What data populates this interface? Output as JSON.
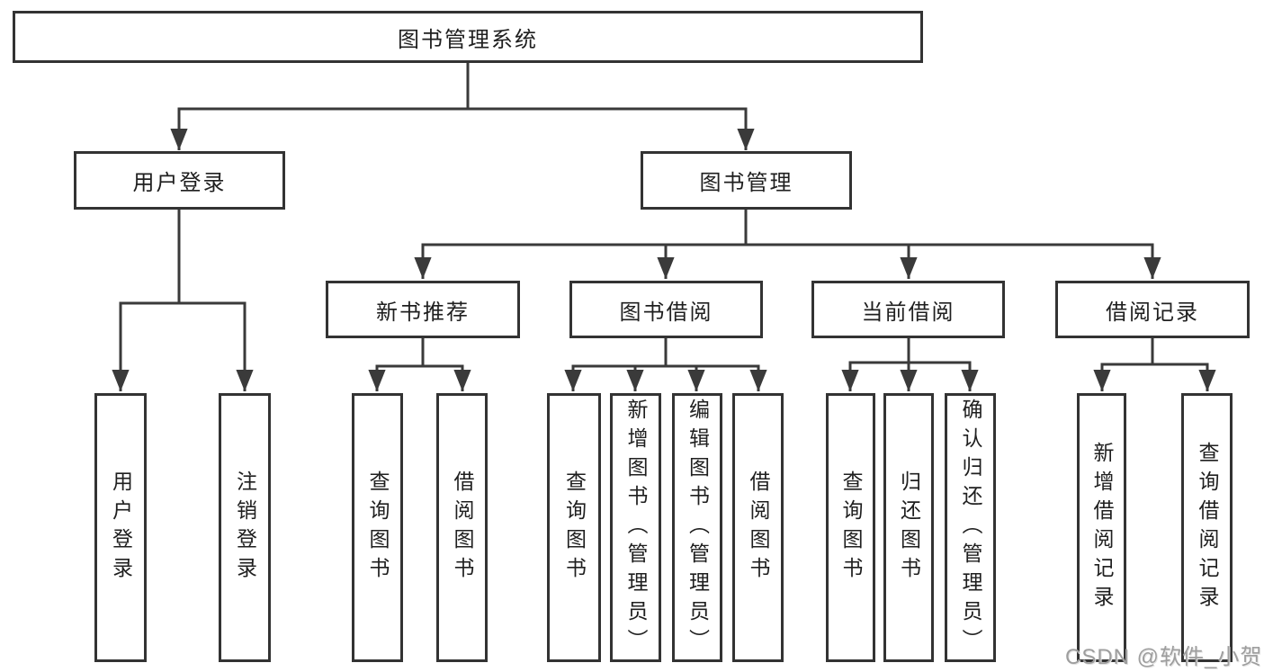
{
  "tree": {
    "root": "图书管理系统",
    "user_login": {
      "label": "用户登录",
      "children": [
        "用户登录",
        "注销登录"
      ]
    },
    "book_mgmt": {
      "label": "图书管理",
      "sections": {
        "new_book": {
          "label": "新书推荐",
          "children": [
            "查询图书",
            "借阅图书"
          ]
        },
        "borrow": {
          "label": "图书借阅",
          "children": [
            "查询图书",
            "新增图书（管理员）",
            "编辑图书（管理员）",
            "借阅图书"
          ]
        },
        "current": {
          "label": "当前借阅",
          "children": [
            "查询图书",
            "归还图书",
            "确认归还（管理员）"
          ]
        },
        "records": {
          "label": "借阅记录",
          "children": [
            "新增借阅记录",
            "查询借阅记录"
          ]
        }
      }
    }
  },
  "watermark": "CSDN @软件_小贺同学",
  "colors": {
    "line": "#3a3a3a",
    "box_border": "#333333",
    "text": "#1f1f1f",
    "watermark": "#9e9e9e",
    "background": "#ffffff"
  }
}
